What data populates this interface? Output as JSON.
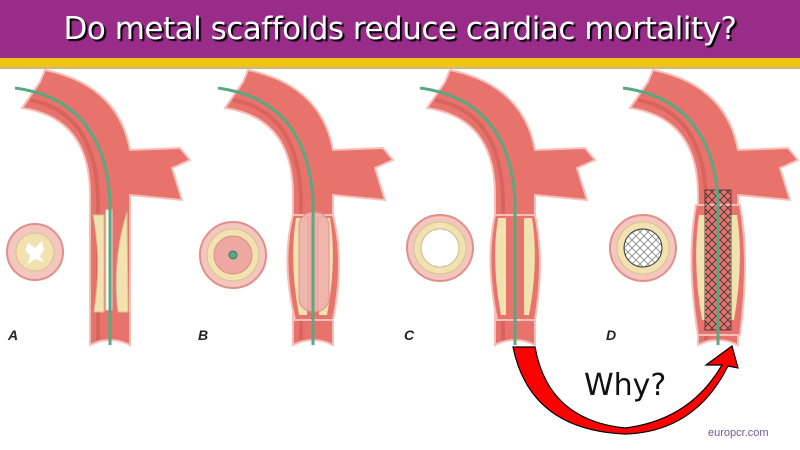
{
  "title": "Do metal scaffolds reduce cardiac mortality?",
  "panels": [
    {
      "label": "A",
      "stage": "guidewire-across-stenosis"
    },
    {
      "label": "B",
      "stage": "balloon-inflation"
    },
    {
      "label": "C",
      "stage": "post-dilation"
    },
    {
      "label": "D",
      "stage": "stent-deployed"
    }
  ],
  "arrow_text": "Why?",
  "footer": "europcr.com",
  "colors": {
    "title_bg": "#982c88",
    "accent_bar": "#f1c40f",
    "vessel": "#e8736d",
    "plaque": "#f1e2b0",
    "wire": "#5aa880",
    "arrow": "#ff0000"
  }
}
